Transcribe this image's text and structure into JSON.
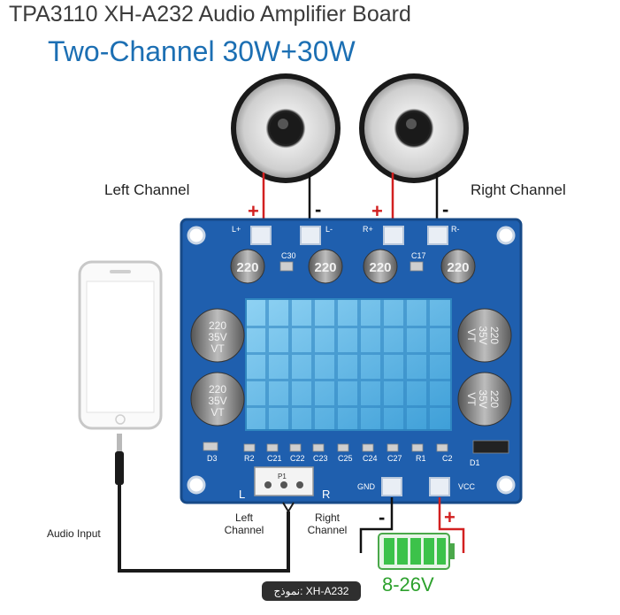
{
  "header": {
    "title": "TPA3110 XH-A232 Audio Amplifier Board",
    "subtitle": "Two-Channel 30W+30W"
  },
  "channels": {
    "left": "Left Channel",
    "right": "Right Channel"
  },
  "terminals": {
    "plus": "+",
    "minus": "-",
    "l_plus": "L+",
    "l_minus": "L-",
    "r_plus": "R+",
    "r_minus": "R-",
    "gnd": "GND",
    "vcc": "VCC"
  },
  "components": {
    "cap_small": "220",
    "cap_big_line1": "220",
    "cap_big_line2": "35V",
    "cap_big_line3": "VT",
    "c30": "C30",
    "c17": "C17",
    "d3": "D3",
    "d1": "D1",
    "bottom_row": [
      "R2",
      "C21",
      "C22",
      "C23",
      "C25",
      "C24",
      "C27",
      "R1",
      "C2"
    ],
    "input_l": "L",
    "input_r": "R",
    "pot": "P1"
  },
  "input": {
    "audio_input": "Audio Input",
    "left_ch": [
      "Left",
      "Channel"
    ],
    "right_ch": [
      "Right",
      "Channel"
    ]
  },
  "power": {
    "voltage": "8-26V",
    "minus": "-",
    "plus": "+"
  },
  "footer": {
    "model": "نموذج: XH-A232"
  },
  "colors": {
    "pcb": "#1f5fae",
    "heatsink": "#5fb8e8",
    "wire_red": "#d22020",
    "battery": "#3cc24a",
    "title_blue": "#1c6fb3"
  }
}
